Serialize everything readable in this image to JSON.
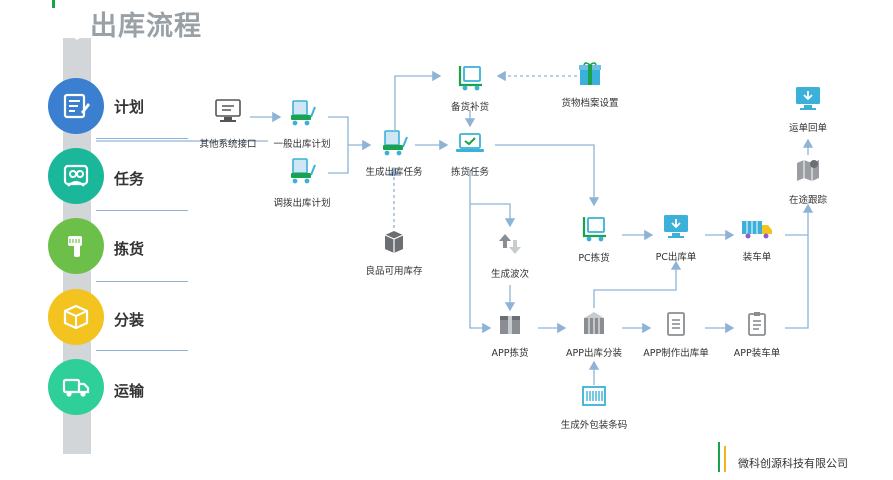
{
  "header": {
    "title": "出库流程"
  },
  "stages": [
    {
      "label": "计划",
      "icon": "plan-icon",
      "color": "#3b7fd0"
    },
    {
      "label": "任务",
      "icon": "task-icon",
      "color": "#1ab79a"
    },
    {
      "label": "拣货",
      "icon": "scanner-icon",
      "color": "#6cc04a"
    },
    {
      "label": "分装",
      "icon": "box-icon",
      "color": "#f3c320"
    },
    {
      "label": "运输",
      "icon": "truck-icon",
      "color": "#2fcf9a"
    }
  ],
  "nodes": {
    "other_interface": "其他系统接口",
    "general_plan": "一般出库计划",
    "transfer_plan": "调拨出库计划",
    "generate_task": "生成出库任务",
    "good_stock": "良品可用库存",
    "replenish": "备货补货",
    "goods_setup": "货物档案设置",
    "pick_task": "拣货任务",
    "pc_pick": "PC拣货",
    "pc_outbound": "PC出库单",
    "load_order": "装车单",
    "waybill_return": "运单回单",
    "in_transit": "在途跟踪",
    "gen_wave": "生成波次",
    "app_pick": "APP拣货",
    "app_split": "APP出库分装",
    "app_make_outbound": "APP制作出库单",
    "app_load": "APP装车单",
    "gen_barcode": "生成外包装条码"
  },
  "footer": {
    "company": "微科创源科技有限公司"
  },
  "colors": {
    "accent": "#3bb0d8",
    "line": "#8fb3d6",
    "green": "#1aa34a"
  }
}
